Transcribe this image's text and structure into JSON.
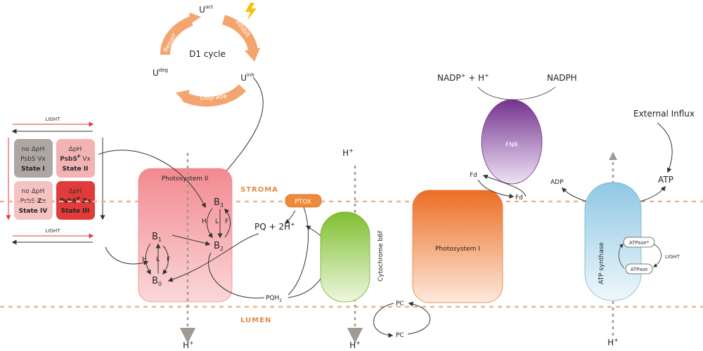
{
  "d1_cycle": {
    "title": "D1 cycle",
    "u_act": "U",
    "u_act_sup": "act",
    "u_inh": "U",
    "u_inh_sup": "inh",
    "u_deg": "U",
    "u_deg_sup": "deg",
    "repair": "Repair",
    "inhibit": "Inhibit",
    "degrade": "Degrade",
    "ring_color": "#f3a46f",
    "lightning_color": "#f4c20d"
  },
  "states_panel": {
    "light_top": "LIGHT",
    "light_bottom": "LIGHT",
    "state1": {
      "l1": "no ΔpH",
      "l2": "PsbS Vx",
      "l3": "State I"
    },
    "state2": {
      "l1": "ΔpH",
      "l2a": "PsbS",
      "l2sup": "P",
      "l2b": " Vx",
      "l3": "State II"
    },
    "state4": {
      "l1": "no ΔpH",
      "l2a": "PsbS ",
      "l2b": "Zx",
      "l3": "State IV"
    },
    "state3": {
      "l1": "ΔpH",
      "l2a": "PsbS",
      "l2sup": "P",
      "l2b": " Zx",
      "l3": "State III"
    },
    "colors": {
      "state1": "#aca7a2",
      "state2": "#f3b3b3",
      "state3": "#e23b3b",
      "state4": "#f5c2c2"
    }
  },
  "membrane": {
    "stroma": "STROMA",
    "lumen": "LUMEN",
    "line_color": "#e9b491"
  },
  "psii": {
    "title": "Photosystem II",
    "b1": "B",
    "b1_sub": "1",
    "b2": "B",
    "b2_sub": "2",
    "b3": "B",
    "b3_sub": "3",
    "b0": "B",
    "b0_sub": "0",
    "h": "H",
    "l": "L",
    "f": "F",
    "color": "#f4a0a4"
  },
  "ptox": {
    "label": "PTOX",
    "color": "#ee8a3a"
  },
  "pq": {
    "label": "PQ + 2H",
    "sup": "+"
  },
  "pqh2": {
    "label": "PQH",
    "sub": "2"
  },
  "hplus_top": {
    "label": "H",
    "sup": "+"
  },
  "hplus_psii": {
    "label": "H",
    "sup": "+"
  },
  "hplus_cyt": {
    "label": "H",
    "sup": "+"
  },
  "hplus_atp": {
    "label": "H",
    "sup": "+"
  },
  "cytochrome": {
    "label": "Cytochrome b6f",
    "color": "#8cc63f"
  },
  "pc_top": "PC",
  "pc_bottom": "PC",
  "psi": {
    "label": "Photosystem I",
    "color": "#ee7a2e"
  },
  "fnr": {
    "label": "FNR",
    "color": "#7e3f98"
  },
  "fd1": "Fd",
  "fd2": "Fd",
  "nadp": {
    "label": "NADP",
    "sup": "+",
    "tail": " + H",
    "tail_sup": "+"
  },
  "nadph": "NADPH",
  "external_influx": "External Influx",
  "adp": "ADP",
  "atp": "ATP",
  "atp_synthase": {
    "label": "ATP synthase",
    "atpase_star": "ATPase*",
    "atpase": "ATPase",
    "light": "LIGHT",
    "color": "#a8d4ea"
  }
}
